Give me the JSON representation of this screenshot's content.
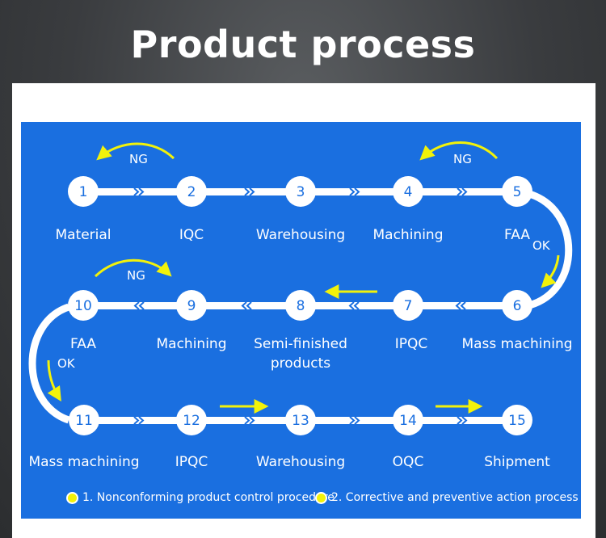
{
  "title": "Product process",
  "steps": [
    {
      "num": "1",
      "label": "Material"
    },
    {
      "num": "2",
      "label": "IQC"
    },
    {
      "num": "3",
      "label": "Warehousing"
    },
    {
      "num": "4",
      "label": "Machining"
    },
    {
      "num": "5",
      "label": "FAA"
    },
    {
      "num": "6",
      "label": "Mass machining"
    },
    {
      "num": "7",
      "label": "IPQC"
    },
    {
      "num": "8",
      "label": "Semi-finished products"
    },
    {
      "num": "9",
      "label": "Machining"
    },
    {
      "num": "10",
      "label": "FAA"
    },
    {
      "num": "11",
      "label": "Mass machining"
    },
    {
      "num": "12",
      "label": "IPQC"
    },
    {
      "num": "13",
      "label": "Warehousing"
    },
    {
      "num": "14",
      "label": "OQC"
    },
    {
      "num": "15",
      "label": "Shipment"
    }
  ],
  "tags": {
    "ng": "NG",
    "ok": "OK"
  },
  "legend": [
    "1. Nonconforming product control procedure",
    "2. Corrective and preventive action process"
  ],
  "colors": {
    "panel": "#1a6fe0",
    "arrow": "#f2f20a",
    "node": "#ffffff",
    "text": "#ffffff"
  }
}
